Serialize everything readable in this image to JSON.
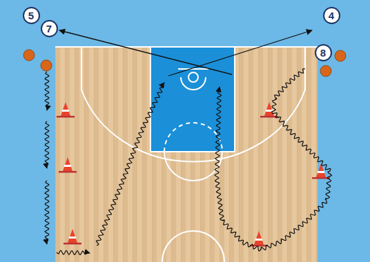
{
  "diagram": {
    "nodes": [
      {
        "text": [
          "5"
        ]
      },
      {
        "text": [
          "7"
        ]
      },
      {
        "text": [
          "4"
        ]
      },
      {
        "text": [
          "8"
        ]
      }
    ]
  }
}
